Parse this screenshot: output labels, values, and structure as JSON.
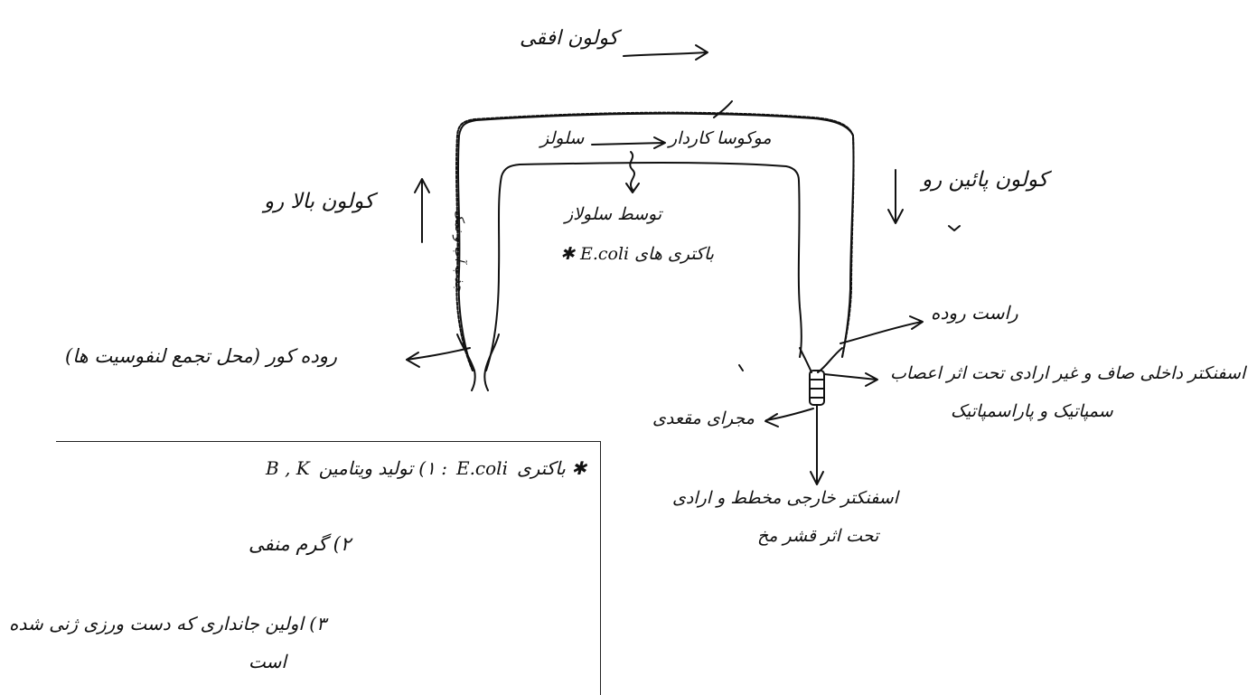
{
  "labels": {
    "transverse_colon": "کولون افقی",
    "cellulose": "سلولز",
    "mucosa_ridges": "موکوسا کاردار",
    "by_cellulase": "توسط سلولاز",
    "ecoli_bacteria": "باکتری های E.coli ✱",
    "ascending_colon": "کولون بالا رو",
    "descending_colon": "کولون پائین رو",
    "water_salt": "جذب آب و نمک",
    "cecum": "روده کور (محل تجمع لنفوسیت ها)",
    "rectum": "راست روده",
    "internal_sphincter_line1": "اسفنکتر داخلی صاف و غیر ارادی تحت اثر اعصاب",
    "internal_sphincter_line2": "سمپاتیک و پاراسمپاتیک",
    "anal_canal": "مجرای مقعدی",
    "external_sphincter_line1": "اسفنکتر خارجی مخطط و ارادی",
    "external_sphincter_line2": "تحت اثر قشر مخ"
  },
  "notes": {
    "item1_prefix": "✱ باکتری",
    "item1_organism": "E.coli",
    "item1_text": ": ۱) تولید ویتامین",
    "item1_vitamins": "B , K",
    "item2": "۲) گرم منفی",
    "item3_line1": "۳) اولین جانداری که دست ورزی ژنی شده",
    "item3_line2": "است"
  }
}
